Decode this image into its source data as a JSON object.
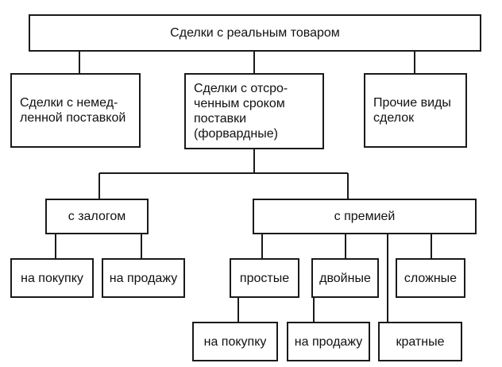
{
  "diagram": {
    "root": "Сделки с реальным товаром",
    "immediate": "Сделки с немед-\nленной поставкой",
    "forward": "Сделки с отсро-\nченным сроком\nпоставки\n(форвардные)",
    "other": "Прочие виды\nсделок",
    "pledge": "с залогом",
    "premium": "с премией",
    "pledge_buy": "на покупку",
    "pledge_sell": "на продажу",
    "simple": "простые",
    "double": "двойные",
    "complex": "сложные",
    "simple_buy": "на покупку",
    "simple_sell": "на продажу",
    "multiple": "кратные"
  }
}
